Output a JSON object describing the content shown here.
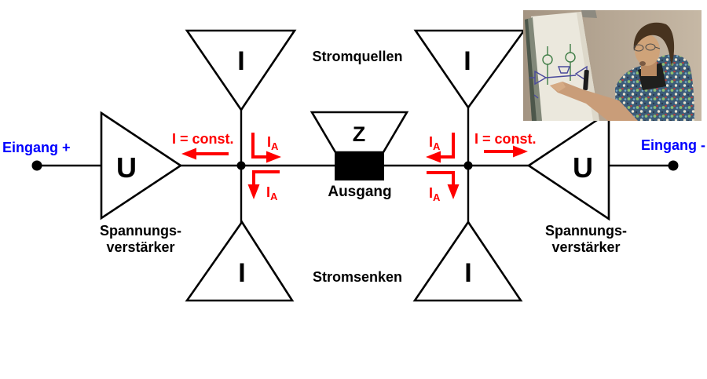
{
  "labels": {
    "input_left": "Eingang +",
    "input_right": "Eingang -",
    "voltage_amp": "U",
    "current_amp": "I",
    "impedance": "Z",
    "current_sources": "Stromquellen",
    "current_sinks": "Stromsenken",
    "output": "Ausgang",
    "voltage_amp_caption_line1": "Spannungs-",
    "voltage_amp_caption_line2": "verstärker",
    "const_current": "I = const.",
    "output_current_base": "I",
    "output_current_sub": "A"
  },
  "colors": {
    "wire": "#000000",
    "current_annotation": "#ff0000",
    "input_label": "#0000ff",
    "background": "#ffffff"
  },
  "photo": {
    "description": "Lecturer with glasses and a patterned shirt pointing at a hand-drawn version of the circuit on a flip chart"
  }
}
